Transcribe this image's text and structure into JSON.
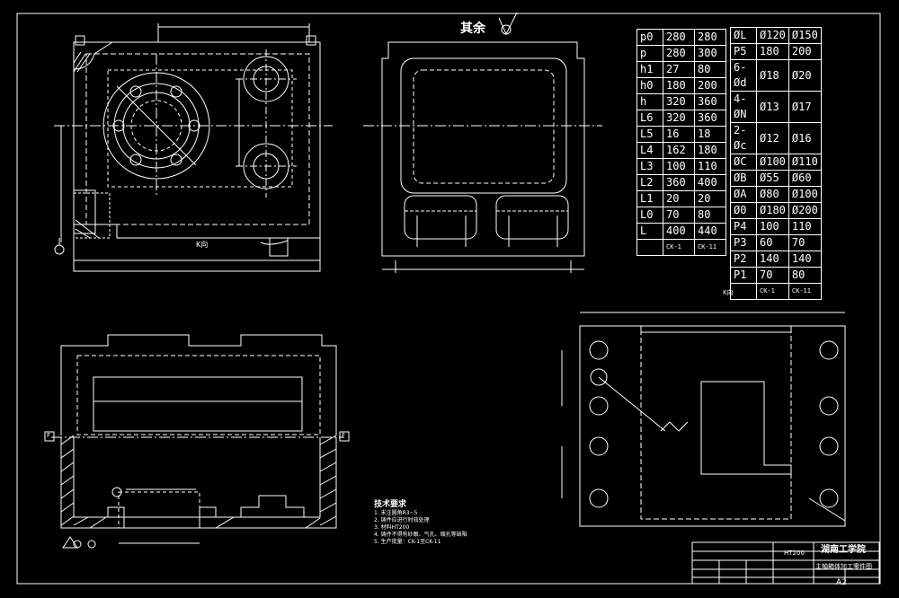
{
  "roughness_note": "其余",
  "view_labels": {
    "k_view_top": "K向",
    "k_view_right": "K向",
    "section_left": "F",
    "section_right": "F"
  },
  "param_table_left": {
    "rows": [
      {
        "key": "p0",
        "a": "280",
        "b": "280"
      },
      {
        "key": "p",
        "a": "280",
        "b": "300"
      },
      {
        "key": "h1",
        "a": "27",
        "b": "80"
      },
      {
        "key": "h0",
        "a": "180",
        "b": "200"
      },
      {
        "key": "h",
        "a": "320",
        "b": "360"
      },
      {
        "key": "L6",
        "a": "320",
        "b": "360"
      },
      {
        "key": "L5",
        "a": "16",
        "b": "18"
      },
      {
        "key": "L4",
        "a": "162",
        "b": "180"
      },
      {
        "key": "L3",
        "a": "100",
        "b": "110"
      },
      {
        "key": "L2",
        "a": "360",
        "b": "400"
      },
      {
        "key": "L1",
        "a": "20",
        "b": "20"
      },
      {
        "key": "L0",
        "a": "70",
        "b": "80"
      },
      {
        "key": "L",
        "a": "400",
        "b": "440"
      }
    ],
    "footer": {
      "a": "CK-1",
      "b": "CK-11"
    }
  },
  "param_table_right": {
    "rows": [
      {
        "key": "ØL",
        "a": "Ø120",
        "b": "Ø150"
      },
      {
        "key": "P5",
        "a": "180",
        "b": "200"
      },
      {
        "key": "6-Ød",
        "a": "Ø18",
        "b": "Ø20"
      },
      {
        "key": "4-ØN",
        "a": "Ø13",
        "b": "Ø17"
      },
      {
        "key": "2-Øc",
        "a": "Ø12",
        "b": "Ø16"
      },
      {
        "key": "ØC",
        "a": "Ø100",
        "b": "Ø110"
      },
      {
        "key": "ØB",
        "a": "Ø55",
        "b": "Ø60"
      },
      {
        "key": "ØA",
        "a": "Ø80",
        "b": "Ø100"
      },
      {
        "key": "Ø0",
        "a": "Ø180",
        "b": "Ø200"
      },
      {
        "key": "P4",
        "a": "100",
        "b": "110"
      },
      {
        "key": "P3",
        "a": "60",
        "b": "70"
      },
      {
        "key": "P2",
        "a": "140",
        "b": "140"
      },
      {
        "key": "P1",
        "a": "70",
        "b": "80"
      }
    ],
    "footer": {
      "a": "CK-1",
      "b": "CK-11"
    }
  },
  "tech_requirements": {
    "heading": "技术要求",
    "items": [
      "1. 未注圆角R3~5",
      "2. 铸件应进行时效处理",
      "3. 材料HT200",
      "4. 铸件不得有砂眼、气孔、缩孔等缺陷",
      "5. 生产批量：CK-1至CK-11"
    ]
  },
  "title_block": {
    "school": "湖南工学院",
    "drawing_name": "主轴箱体加工零件图",
    "material": "HT200",
    "sheet_size": "A2"
  },
  "colors": {
    "background": "#000000",
    "line": "#ffffff"
  }
}
